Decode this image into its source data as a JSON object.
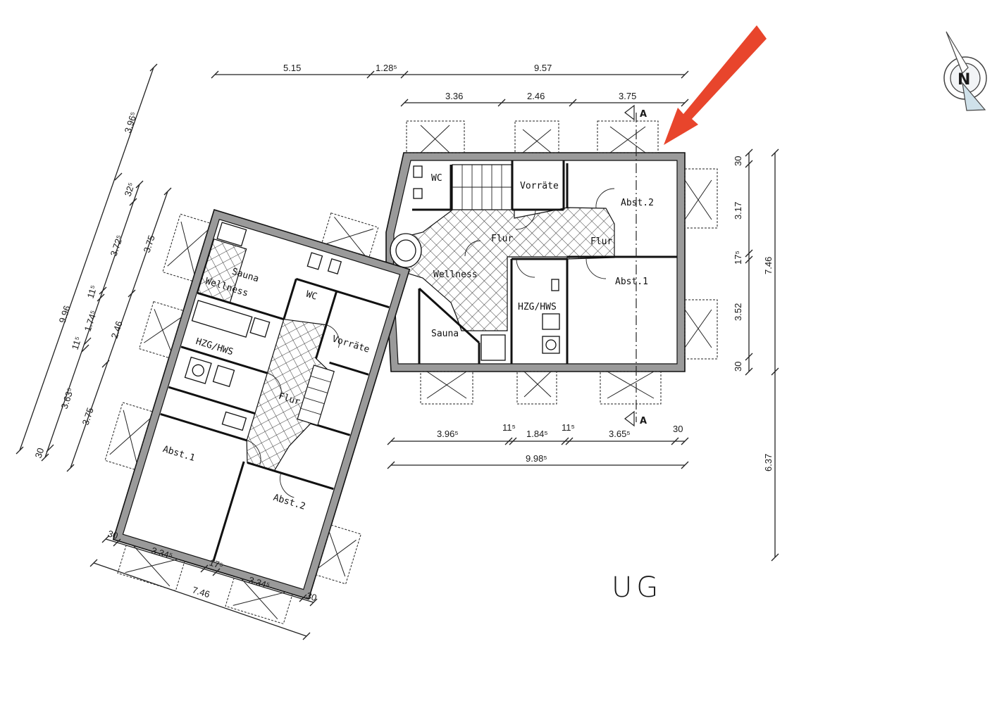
{
  "floor_label": "UG",
  "section_marker": "A",
  "compass_letter": "N",
  "arrow_color": "#e8452c",
  "rooms": {
    "right": {
      "wc": "WC",
      "vorraete": "Vorräte",
      "abst2": "Abst.2",
      "flur_a": "Flur",
      "flur_b": "Flur",
      "wellness": "Wellness",
      "abst1": "Abst.1",
      "hzg": "HZG/HWS",
      "sauna": "Sauna"
    },
    "left": {
      "sauna": "Sauna",
      "wc": "WC",
      "wellness": "Wellness",
      "vorraete": "Vorräte",
      "hzg": "HZG/HWS",
      "flur": "Flur",
      "abst1": "Abst.1",
      "abst2": "Abst.2"
    }
  },
  "dims": {
    "top1": [
      "5.15",
      "1.28⁵",
      "9.57"
    ],
    "top2": [
      "3.36",
      "2.46",
      "3.75"
    ],
    "right_outer": "7.46",
    "right_inner": [
      "30",
      "3.17",
      "17⁵",
      "3.52",
      "30"
    ],
    "right_lower": "6.37",
    "bottom1": [
      "3.96⁵",
      "11⁵",
      "1.84⁵",
      "11⁵",
      "3.65⁵",
      "30"
    ],
    "bottom2": "9.98⁵",
    "left_outer1": [
      "9.96",
      "3.96⁵"
    ],
    "left_outer2": [
      "30",
      "3.63⁵",
      "11⁵",
      "1.74⁵",
      "11⁵",
      "3.72⁵",
      "32⁵"
    ],
    "left_outer3": [
      "3.75",
      "2.46",
      "3.75"
    ],
    "left_bottom1": [
      "30",
      "3.34⁵",
      "17⁵",
      "3.34⁵",
      "30"
    ],
    "left_bottom2": "7.46"
  }
}
